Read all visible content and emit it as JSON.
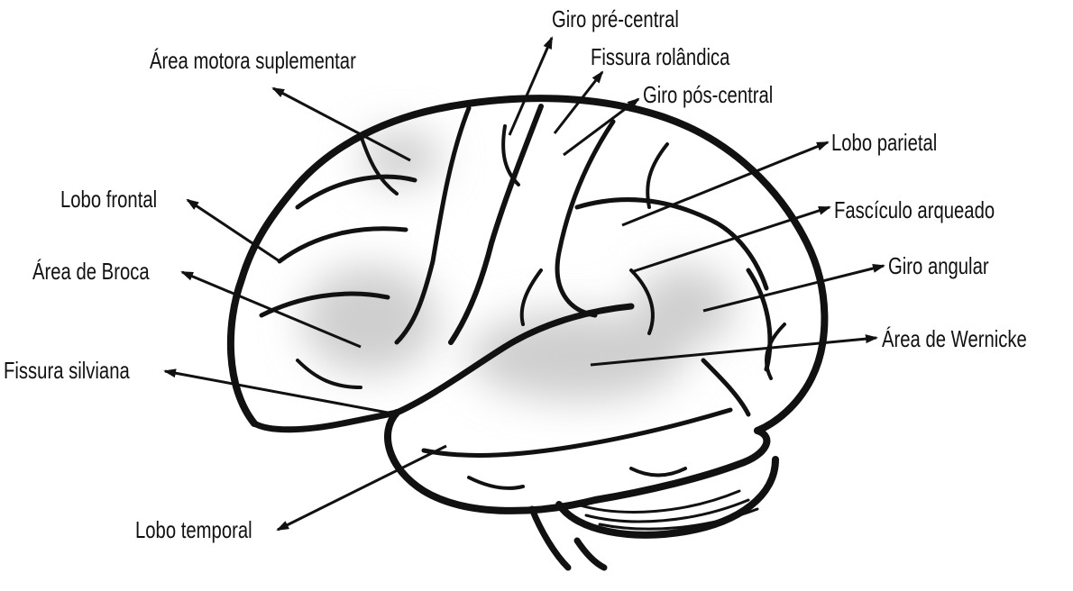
{
  "diagram": {
    "colors": {
      "ink": "#111111",
      "highlight": "#cfcfcf",
      "background": "#ffffff"
    },
    "labels": {
      "area_motora": "Área motora suplementar",
      "giro_pre_central": "Giro pré-central",
      "fissura_rolandica": "Fissura rolândica",
      "giro_pos_central": "Giro pós-central",
      "lobo_parietal": "Lobo parietal",
      "fasciculo_arqueado": "Fascículo arqueado",
      "giro_angular": "Giro angular",
      "area_wernicke": "Área de Wernicke",
      "lobo_frontal": "Lobo frontal",
      "area_broca": "Área de Broca",
      "fissura_silviana": "Fissura silviana",
      "lobo_temporal": "Lobo temporal"
    }
  }
}
